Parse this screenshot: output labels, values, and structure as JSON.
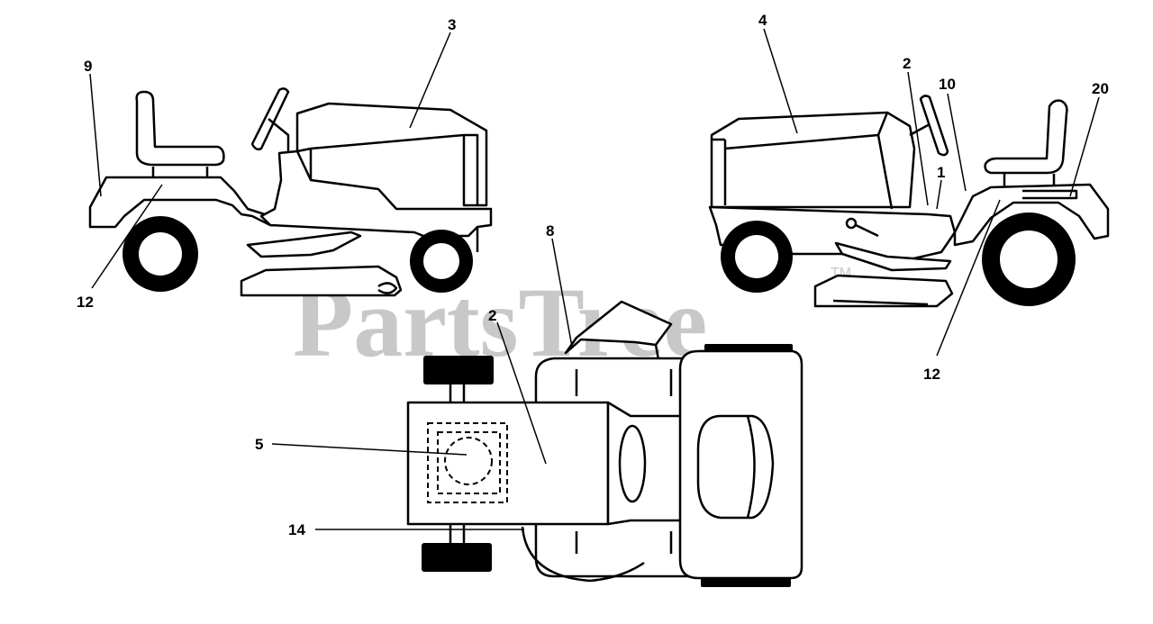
{
  "watermark": {
    "text": "PartsTree",
    "trademark": "TM"
  },
  "callouts": {
    "c9": "9",
    "c3": "3",
    "c12_left": "12",
    "c4": "4",
    "c2_right": "2",
    "c10": "10",
    "c20": "20",
    "c1": "1",
    "c12_right": "12",
    "c8": "8",
    "c2_top": "2",
    "c5": "5",
    "c14": "14"
  }
}
